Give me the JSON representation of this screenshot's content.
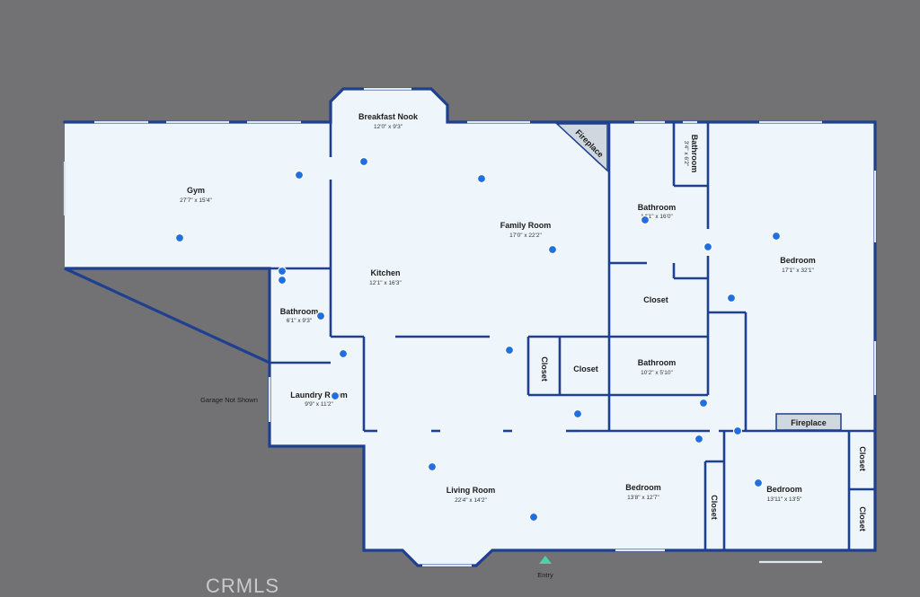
{
  "rooms": {
    "gym": {
      "name": "Gym",
      "dim": "27'7\" x 15'4\""
    },
    "breakfast": {
      "name": "Breakfast Nook",
      "dim": "12'0\" x 9'3\""
    },
    "family": {
      "name": "Family Room",
      "dim": "17'0\" x 22'2\""
    },
    "kitchen": {
      "name": "Kitchen",
      "dim": "12'1\" x 16'3\""
    },
    "bath_left": {
      "name": "Bathroom",
      "dim": "6'1\" x 9'3\""
    },
    "laundry": {
      "name": "Laundry Room",
      "dim": "9'9\" x 11'2\""
    },
    "living": {
      "name": "Living Room",
      "dim": "22'4\" x 14'2\""
    },
    "bath_master": {
      "name": "Bathroom",
      "dim": "14'1\" x 16'0\""
    },
    "bath_small": {
      "name": "Bathroom",
      "dim": "3'4\" x 6'2\""
    },
    "bedroom_master": {
      "name": "Bedroom",
      "dim": "17'1\" x 32'1\""
    },
    "closet_mid": {
      "name": "Closet"
    },
    "bath_mid": {
      "name": "Bathroom",
      "dim": "10'2\" x 5'10\""
    },
    "closet_a": {
      "name": "Closet"
    },
    "closet_b": {
      "name": "Closet"
    },
    "bedroom_mid": {
      "name": "Bedroom",
      "dim": "13'8\" x 12'7\""
    },
    "closet_c": {
      "name": "Closet"
    },
    "bedroom_right": {
      "name": "Bedroom",
      "dim": "13'11\" x 13'5\""
    },
    "closet_d": {
      "name": "Closet"
    },
    "closet_e": {
      "name": "Closet"
    }
  },
  "fireplace_1": "Fireplace",
  "fireplace_2": "Fireplace",
  "garage_note": "Garage Not Shown",
  "entry": "Entry",
  "watermark": "CRMLS",
  "colors": {
    "background": "#727274",
    "floor": "#eef6fb",
    "wall": "#1f3f8f",
    "marker": "#1f6fe0",
    "entry_marker": "#4fd1a8"
  }
}
